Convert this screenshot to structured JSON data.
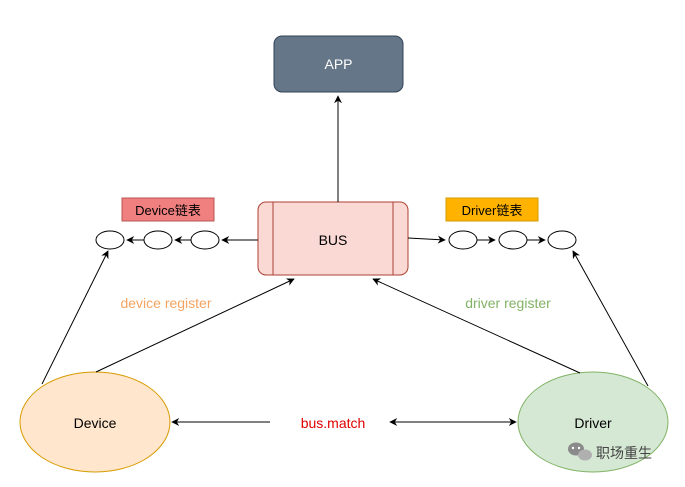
{
  "nodes": {
    "app": "APP",
    "bus": "BUS",
    "device": "Device",
    "driver": "Driver"
  },
  "lists": {
    "device_list": "Device链表",
    "driver_list": "Driver链表"
  },
  "edge_labels": {
    "device_register": "device register",
    "driver_register": "driver register",
    "bus_match": "bus.match"
  },
  "watermark": "职场重生",
  "colors": {
    "app_fill": "#647687",
    "app_stroke": "#314354",
    "bus_fill": "#fad9d5",
    "bus_stroke": "#ae4132",
    "device_list_fill": "#f08080",
    "device_list_stroke": "#b85450",
    "driver_list_fill": "#ffb300",
    "driver_list_stroke": "#d79b00",
    "device_fill": "#ffe6cc",
    "device_stroke": "#d79b00",
    "driver_fill": "#d5e8d4",
    "driver_stroke": "#82b366",
    "device_register_text": "#f4a460",
    "driver_register_text": "#82b366",
    "bus_match_text": "#e00000"
  }
}
